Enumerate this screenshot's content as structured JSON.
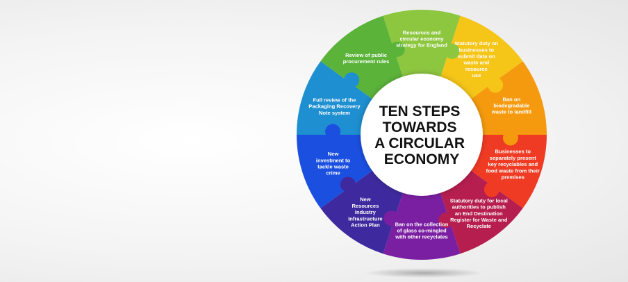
{
  "center_title": [
    "TEN STEPS",
    "TOWARDS",
    "A CIRCULAR",
    "ECONOMY"
  ],
  "segments": [
    {
      "lines": [
        "Statutory duty on",
        "businesses to",
        "submit data on",
        "waste and",
        "resource",
        "use"
      ],
      "color": "#F5C518"
    },
    {
      "lines": [
        "Ban on",
        "biodegradable",
        "waste to landfill"
      ],
      "color": "#F59A0E"
    },
    {
      "lines": [
        "Businesses to",
        "separately present",
        "key recyclables and",
        "food waste from their",
        "premises"
      ],
      "color": "#EF3B24"
    },
    {
      "lines": [
        "Statutory duty for local",
        "authorities to publish",
        "an End Destination",
        "Register for Waste and",
        "Recyclate"
      ],
      "color": "#B51E4E"
    },
    {
      "lines": [
        "Ban on the collection",
        "of glass co-mingled",
        "with other recyclates"
      ],
      "color": "#7A1FA2"
    },
    {
      "lines": [
        "New",
        "Resources",
        "Industry",
        "Infrastructure",
        "Action Plan"
      ],
      "color": "#3E2A9E"
    },
    {
      "lines": [
        "New",
        "investment to",
        "tackle waste",
        "crime"
      ],
      "color": "#1A4FE0"
    },
    {
      "lines": [
        "Full review of the",
        "Packaging Recovery",
        "Note system"
      ],
      "color": "#1E8FD0"
    },
    {
      "lines": [
        "Review of public",
        "procurement rules"
      ],
      "color": "#5BB33A"
    },
    {
      "lines": [
        "Resources and",
        "circular economy",
        "strategy for England"
      ],
      "color": "#8DC63F"
    }
  ]
}
